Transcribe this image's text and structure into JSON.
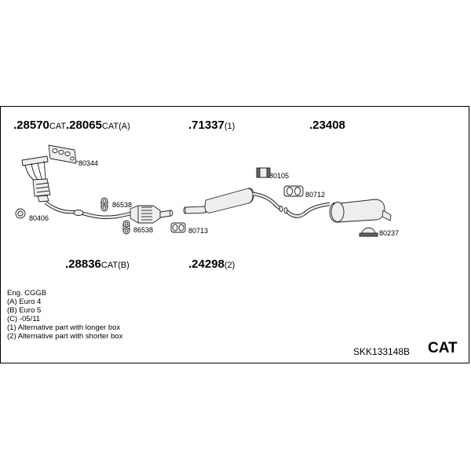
{
  "parts": {
    "p28570": {
      "num": ".28570",
      "sfx": "CAT"
    },
    "p28065": {
      "num": ".28065",
      "sfx": "CAT(A)"
    },
    "p71337": {
      "num": ".71337",
      "sfx": "(1)"
    },
    "p23408": {
      "num": ".23408",
      "sfx": ""
    },
    "p28836": {
      "num": ".28836",
      "sfx": "CAT(B)"
    },
    "p24298": {
      "num": ".24298",
      "sfx": "(2)"
    }
  },
  "labels": {
    "l80344": "80344",
    "l80406": "80406",
    "l86538a": "86538",
    "l86538b": "86538",
    "l80713": "80713",
    "l80105": "80105",
    "l80712": "80712",
    "l80237": "80237"
  },
  "legend": [
    "Eng. CGGB",
    "(A) Euro 4",
    "(B) Euro 5",
    "(C) -05/11",
    "(1) Alternative part with longer box",
    "(2) Alternative part with shorter box"
  ],
  "footer": {
    "code": "SKK133148B",
    "cat": "CAT"
  }
}
